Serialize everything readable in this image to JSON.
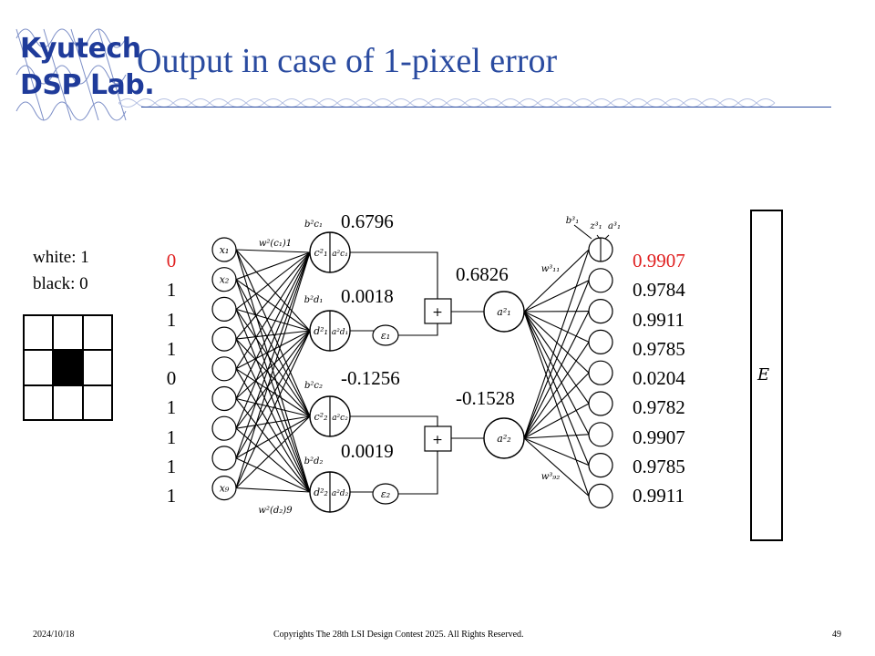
{
  "logo": {
    "line1": "Kyutech",
    "line2": "DSP Lab."
  },
  "title": "Output in case of 1-pixel error",
  "legend": {
    "white": "white: 1",
    "black": "black: 0"
  },
  "pixel_grid": [
    [
      1,
      1,
      1
    ],
    [
      1,
      0,
      1
    ],
    [
      1,
      1,
      1
    ]
  ],
  "inputs": [
    "0",
    "1",
    "1",
    "1",
    "0",
    "1",
    "1",
    "1",
    "1"
  ],
  "input_highlight_color": "#e02020",
  "layer2_values": {
    "c1": "0.6796",
    "d1": "0.0018",
    "c2": "-0.1256",
    "d2": "0.0019"
  },
  "latent_values": {
    "a1": "0.6826",
    "a2": "-0.1528"
  },
  "outputs": [
    "0.9907",
    "0.9784",
    "0.9911",
    "0.9785",
    "0.0204",
    "0.9782",
    "0.9907",
    "0.9785",
    "0.9911"
  ],
  "error_label": "E",
  "diagram_labels": {
    "x1": "x₁",
    "x2": "x₂",
    "x9": "x₉",
    "w_c1": "w²(c₁)1",
    "w_d2": "w²(d₂)9",
    "b_c1": "b²c₁",
    "b_d1": "b²d₁",
    "b_c2": "b²c₂",
    "b_d2": "b²d₂",
    "c1": "c²₁",
    "ac1": "a²c₁",
    "d1": "d²₁",
    "ad1": "a²d₁",
    "c2": "c²₂",
    "ac2": "a²c₂",
    "d2": "d²₂",
    "ad2": "a²d₂",
    "eps1": "ε₁",
    "eps2": "ε₂",
    "plus": "+",
    "a1": "a²₁",
    "a2": "a²₂",
    "w11": "w³₁₁",
    "w92": "w³₉₂",
    "b31": "b³₁",
    "z31": "z³₁",
    "a31": "a³₁"
  },
  "footer": {
    "date": "2024/10/18",
    "copyright": "Copyrights The 28th LSI Design Contest 2025.  All Rights Reserved.",
    "page": "49"
  }
}
